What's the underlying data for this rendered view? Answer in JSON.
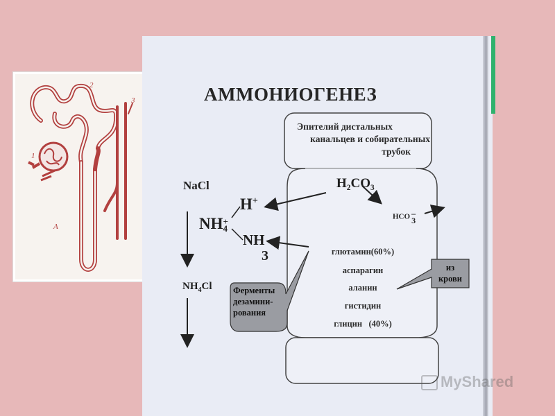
{
  "diagram": {
    "title": "АММОНИОГЕНЕЗ",
    "epithelium_label": [
      "Эпителий дистальных",
      "канальцев и собирательных",
      "трубок"
    ],
    "left": {
      "nacl": "NaCl",
      "nh4cl_main": "NH",
      "nh4cl_sub": "4",
      "nh4cl_end": "Cl"
    },
    "center": {
      "h_plus": "H",
      "h_plus_sup": "+",
      "nh4_main": "NH",
      "nh4_sub": "4",
      "nh4_sup": "+",
      "nh3_main": "NH",
      "nh3_num": "3",
      "h2co3": "H₂CO₃",
      "hco3_main": "HCO",
      "hco3_sub": "3",
      "hco3_sup": "–"
    },
    "amino_acids": [
      "глютамин(60%)",
      "аспарагин",
      "аланин",
      "гистидин",
      "глицин   (40%)"
    ],
    "enzyme_callout": [
      "Ферменты",
      "дезамини-",
      "рования"
    ],
    "blood_callout": [
      "из",
      "крови"
    ]
  },
  "nephron_labels": [
    "2",
    "3",
    "1",
    "А"
  ],
  "watermark": "MyShared",
  "colors": {
    "background": "#e7b8b9",
    "scan_bg": "#e9ecf5",
    "accent_green": "#2fb26d",
    "nephron_red": "#b2403f"
  }
}
